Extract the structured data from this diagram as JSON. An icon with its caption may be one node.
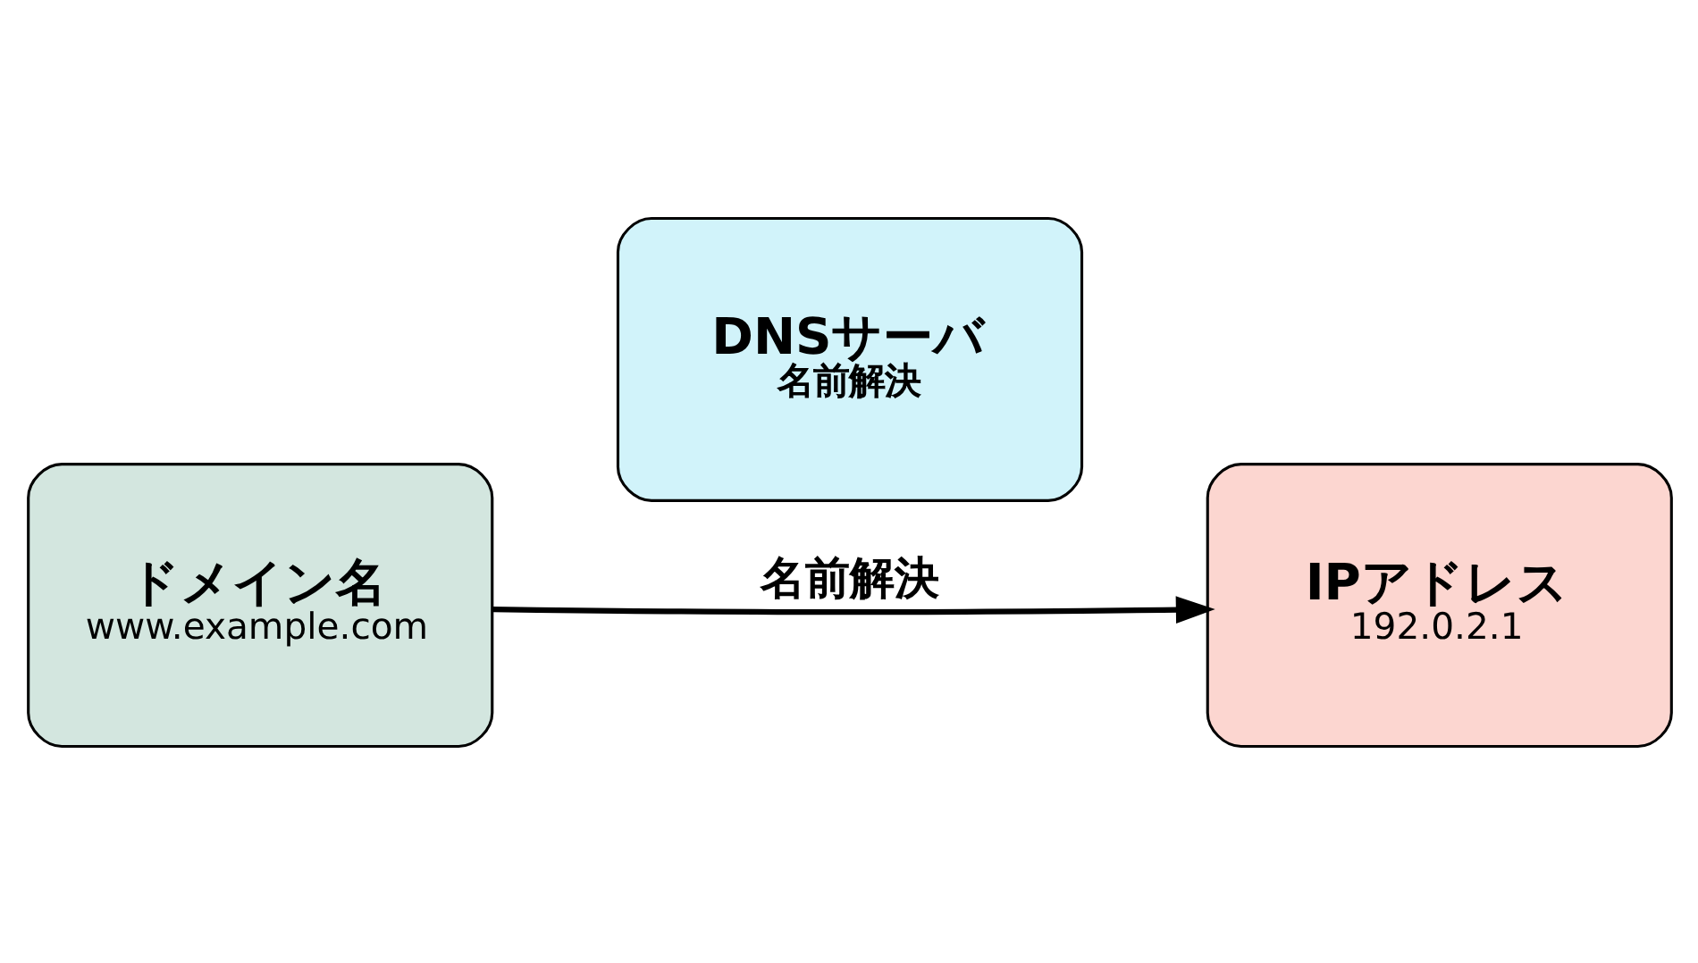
{
  "diagram": {
    "nodes": [
      {
        "text": [
          "ドメイン名",
          "www.example.com"
        ]
      },
      {
        "text": [
          "DNSサーバ",
          "名前解決"
        ]
      },
      {
        "text": [
          "IPアドレス",
          "192.0.2.1"
        ]
      }
    ],
    "edges": [
      {
        "from": 0,
        "to": 2,
        "arrow": "to",
        "label": "名前解決"
      }
    ]
  }
}
